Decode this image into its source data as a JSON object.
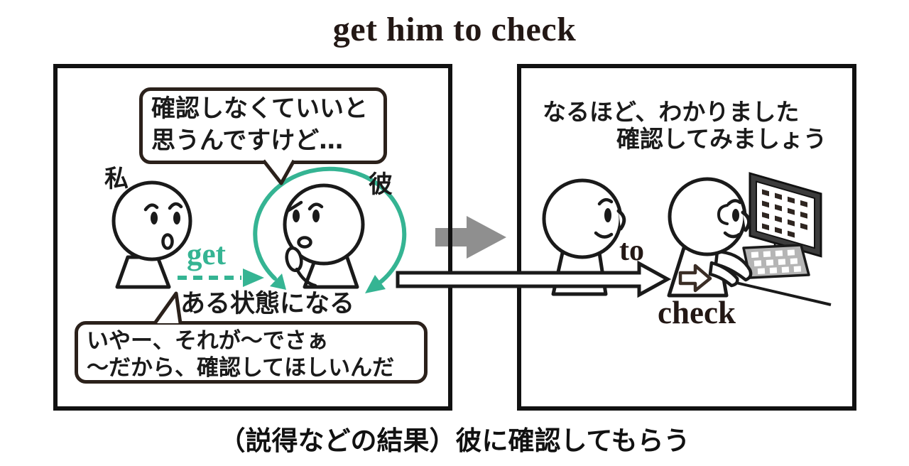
{
  "title": "get him to check",
  "caption": "（説得などの結果）彼に確認してもらう",
  "colors": {
    "accent_green": "#35b493",
    "ink": "#231815",
    "arrow_gray": "#8f8f8f",
    "outline": "#1a1a1a"
  },
  "left_panel": {
    "speaker_label": "私",
    "listener_label": "彼",
    "top_bubble": {
      "line1": "確認しなくていいと",
      "line2": "思うんですけど…"
    },
    "bottom_bubble": {
      "line1": "いやー、それが〜でさぁ",
      "line2": "〜だから、確認してほしいんだ"
    },
    "get_label": "get",
    "state_label": "ある状態になる"
  },
  "right_panel": {
    "reply_line1": "なるほど、わかりました",
    "reply_line2": "確認してみましょう",
    "to_label": "to",
    "check_label": "check"
  },
  "icons": {
    "panel_transition_arrow": "right-arrow",
    "result_arrow": "right-arrow-outline",
    "get_arrow": "dashed-right-arrow",
    "circle_arrow": "circular-arrow",
    "computer": "desktop-computer",
    "body_arrow": "right-arrow-badge"
  }
}
